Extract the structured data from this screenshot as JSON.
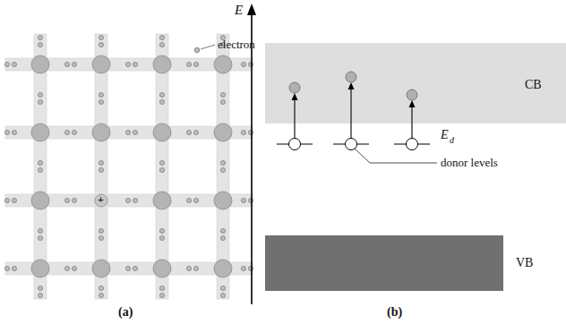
{
  "diagram": {
    "nodes": [
      {
        "text": [
          "CB"
        ]
      },
      {
        "text": [
          "VB"
        ]
      }
    ],
    "labels": [
      "electron",
      "+",
      "E",
      "E",
      "d",
      "donor levels",
      "(a)",
      "(b)"
    ]
  }
}
